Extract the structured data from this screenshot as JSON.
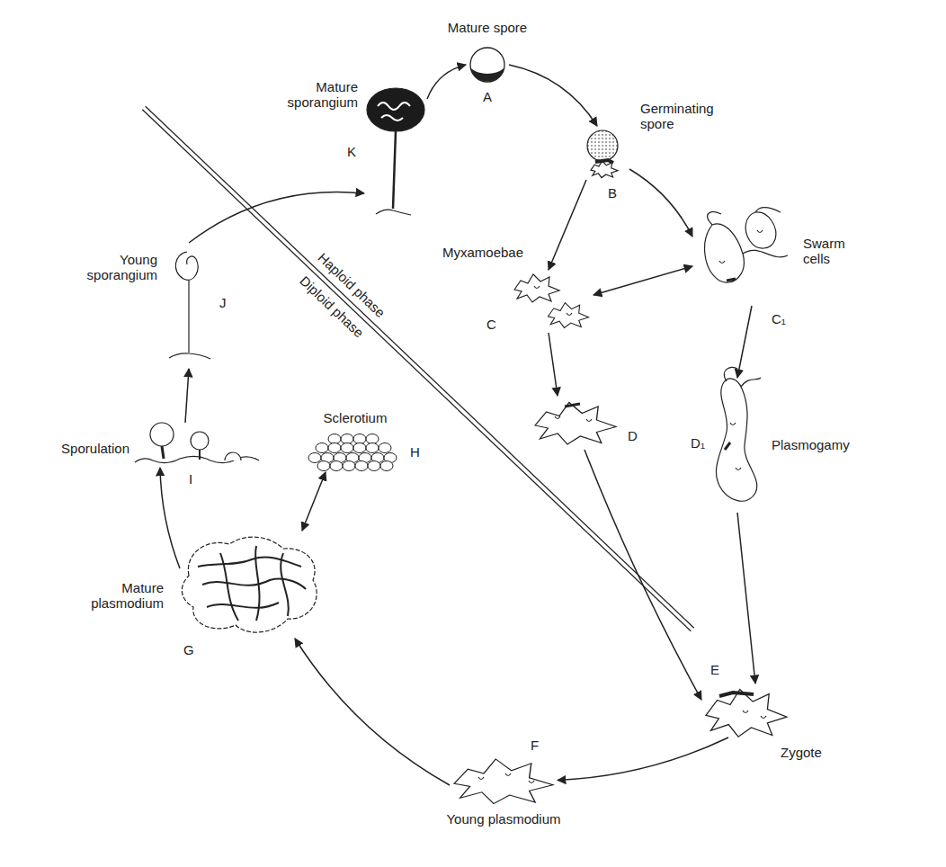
{
  "diagram": {
    "nodes": [
      {
        "text": [
          "Mature spore",
          "A"
        ]
      },
      {
        "text": [
          "Germinating spore",
          "B"
        ]
      },
      {
        "text": [
          "Myxamoebae",
          "C"
        ]
      },
      {
        "text": [
          "Swarm cells",
          "C₁"
        ]
      },
      {
        "text": [
          "D"
        ]
      },
      {
        "text": [
          "D₁",
          "Plasmogamy"
        ]
      },
      {
        "text": [
          "E",
          "Zygote"
        ]
      },
      {
        "text": [
          "F",
          "Young plasmodium"
        ]
      },
      {
        "text": [
          "Mature plasmodium",
          "G"
        ]
      },
      {
        "text": [
          "Sclerotium",
          "H"
        ]
      },
      {
        "text": [
          "Sporulation",
          "I"
        ]
      },
      {
        "text": [
          "Young sporangium",
          "J"
        ]
      },
      {
        "text": [
          "Mature sporangium",
          "K"
        ]
      }
    ],
    "edges": [
      {
        "from": 12,
        "to": 0,
        "arrow": "to"
      },
      {
        "from": 0,
        "to": 1,
        "arrow": "to"
      },
      {
        "from": 1,
        "to": 2,
        "arrow": "to"
      },
      {
        "from": 1,
        "to": 3,
        "arrow": "to"
      },
      {
        "from": 2,
        "to": 3,
        "arrow": "both"
      },
      {
        "from": 2,
        "to": 4,
        "arrow": "to"
      },
      {
        "from": 3,
        "to": 5,
        "arrow": "to"
      },
      {
        "from": 4,
        "to": 6,
        "arrow": "to"
      },
      {
        "from": 5,
        "to": 6,
        "arrow": "to"
      },
      {
        "from": 6,
        "to": 7,
        "arrow": "to"
      },
      {
        "from": 7,
        "to": 8,
        "arrow": "to"
      },
      {
        "from": 8,
        "to": 9,
        "arrow": "both"
      },
      {
        "from": 8,
        "to": 10,
        "arrow": "to"
      },
      {
        "from": 10,
        "to": 11,
        "arrow": "to"
      },
      {
        "from": 11,
        "to": 12,
        "arrow": "to"
      }
    ],
    "labels": [
      "Haploid phase",
      "Diploid phase"
    ]
  }
}
